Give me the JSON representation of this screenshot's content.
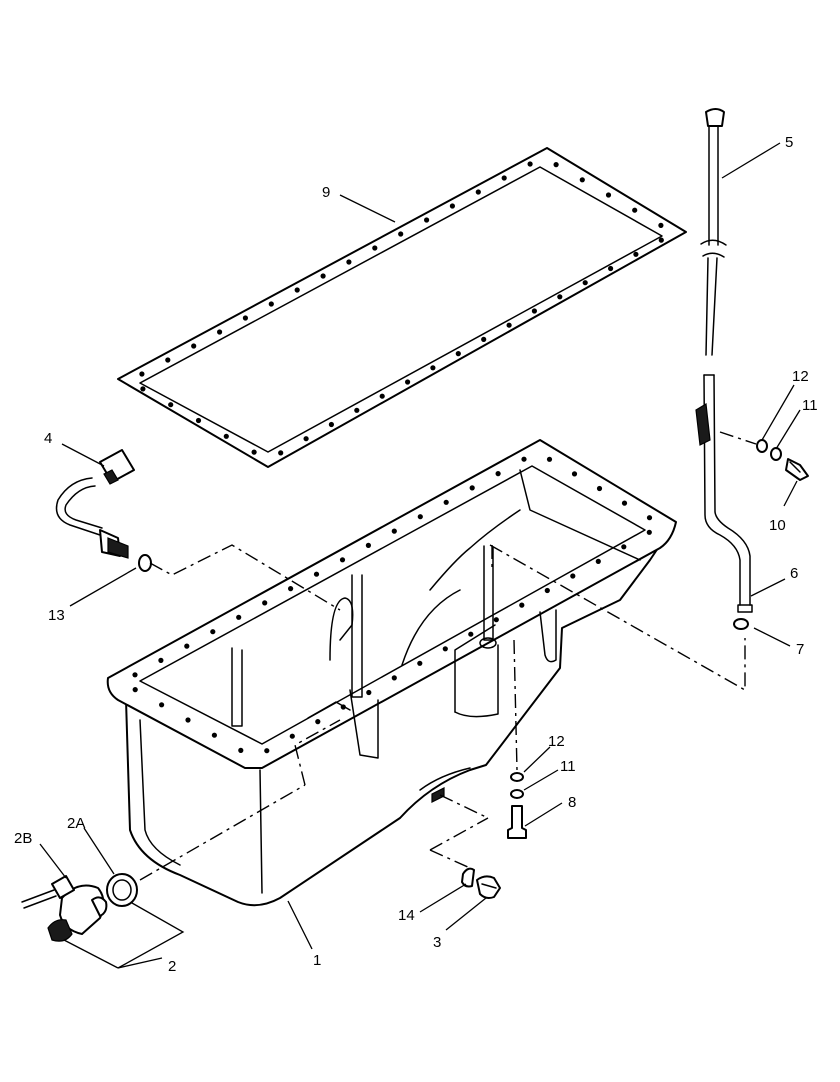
{
  "callouts": {
    "c1": "1",
    "c2": "2",
    "c2A": "2A",
    "c2B": "2B",
    "c3": "3",
    "c4": "4",
    "c5": "5",
    "c6": "6",
    "c7": "7",
    "c8": "8",
    "c9": "9",
    "c10": "10",
    "c11_upper": "11",
    "c11_lower": "11",
    "c12_upper": "12",
    "c12_lower": "12",
    "c13": "13",
    "c14": "14"
  }
}
